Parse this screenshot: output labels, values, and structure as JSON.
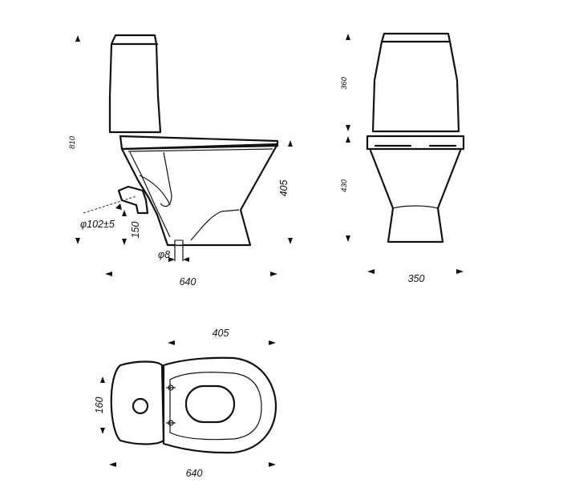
{
  "views": {
    "side": {
      "total_height": "810",
      "bowl_height": "405",
      "outlet_diameter": "φ102±5",
      "outlet_height": "150",
      "bolt_diameter": "φ8",
      "length": "640"
    },
    "front": {
      "tank_height": "360",
      "bowl_height": "430",
      "width": "350"
    },
    "top": {
      "bowl_length": "405",
      "tank_depth": "160",
      "length": "640"
    }
  }
}
